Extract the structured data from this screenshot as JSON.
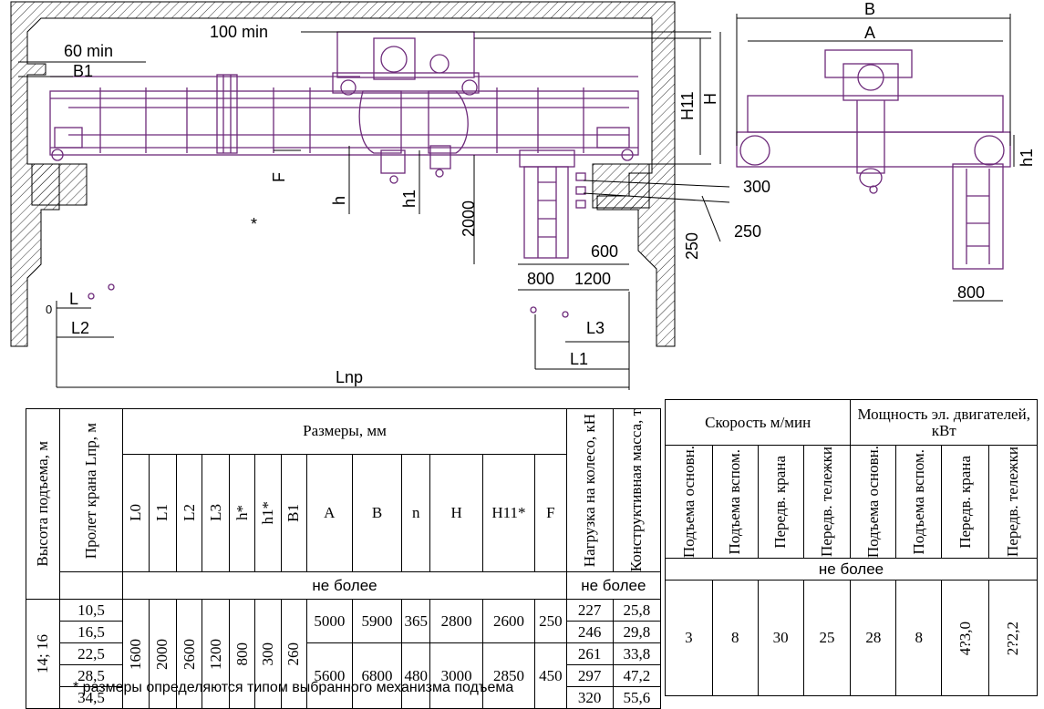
{
  "drawing": {
    "labels": {
      "min60": "60 min",
      "b1": "B1",
      "min100": "100 min",
      "h11": "H11",
      "h": "H",
      "f": "F",
      "hh": "h",
      "hh1": "h1",
      "d2000": "2000",
      "star": "*",
      "d600": "600",
      "d250a": "250",
      "d250b": "250",
      "d800a": "800",
      "d1200": "1200",
      "l": "L",
      "zero": "0",
      "l2": "L2",
      "l3": "L3",
      "l1": "L1",
      "lnp": "Lnp",
      "bb": "B",
      "aa": "A",
      "d300": "300",
      "h1r": "h1",
      "d800b": "800"
    }
  },
  "table1": {
    "lift_height_header": "Высота подъема, м",
    "span_header": "Пролет крана Lпр, м",
    "dims_header": "Размеры, мм",
    "dims_cols": [
      "L0",
      "L1",
      "L2",
      "L3",
      "h*",
      "h1*",
      "B1",
      "A",
      "B",
      "n",
      "H",
      "H11*",
      "F"
    ],
    "load_header": "Нагрузка на колесо, кН",
    "mass_header": "Конструктивная масса, т",
    "not_more": "не более",
    "not_more2": "не более",
    "lift_height": "14; 16",
    "spans": [
      "10,5",
      "16,5",
      "22,5",
      "28,5",
      "34,5"
    ],
    "shared": {
      "L0": "1600",
      "L1": "2000",
      "L2": "2600",
      "L3": "1200",
      "h": "800",
      "h1": "300",
      "B1": "260"
    },
    "group1": {
      "A": "5000",
      "B": "5900",
      "n": "365",
      "H": "2800",
      "H11": "2600",
      "F": "250"
    },
    "group2": {
      "A": "5600",
      "B": "6800",
      "n": "480",
      "H": "3000",
      "H11": "2850",
      "F": "450"
    },
    "loads": [
      "227",
      "246",
      "261",
      "297",
      "320"
    ],
    "masses": [
      "25,8",
      "29,8",
      "33,8",
      "47,2",
      "55,6"
    ]
  },
  "table2": {
    "speed_header": "Скорость м/мин",
    "power_header": "Мощность эл. двигателей, кВт",
    "cols": [
      "Подъема основн.",
      "Подъема вспом.",
      "Передв. крана",
      "Передв. тележки",
      "Подъема основн.",
      "Подъема вспом.",
      "Передв. крана",
      "Передв. тележки"
    ],
    "not_more": "не более",
    "values": [
      "3",
      "8",
      "30",
      "25",
      "28",
      "8",
      "4?3,0",
      "2?2,2"
    ]
  },
  "footnote": "* размеры определяются типом выбранного механизма подъема"
}
